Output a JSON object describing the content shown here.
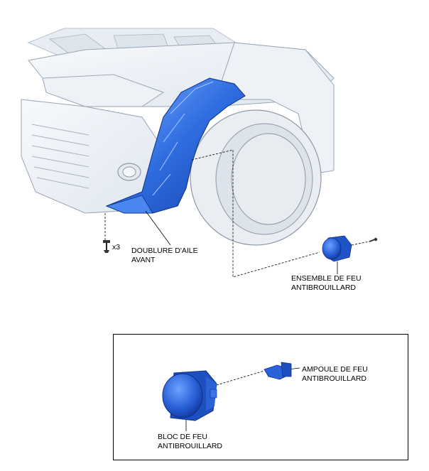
{
  "labels": {
    "front_fender_liner": {
      "line1": "DOUBLURE D'AILE",
      "line2": "AVANT"
    },
    "fog_light_assembly": {
      "line1": "ENSEMBLE DE FEU",
      "line2": "ANTIBROUILLARD"
    },
    "fog_light_bulb": {
      "line1": "AMPOULE DE FEU",
      "line2": "ANTIBROUILLARD"
    },
    "fog_light_housing": {
      "line1": "BLOC DE FEU",
      "line2": "ANTIBROUILLARD"
    },
    "screw_quantity": "x3"
  },
  "colors": {
    "highlight_part": "#2f6de0",
    "vehicle_body": "#eef2f7",
    "outline": "#9aa6b4",
    "leader_line": "#000000"
  },
  "icons": {
    "fastener": "screw-icon",
    "light_bulb": "bulb-icon"
  }
}
